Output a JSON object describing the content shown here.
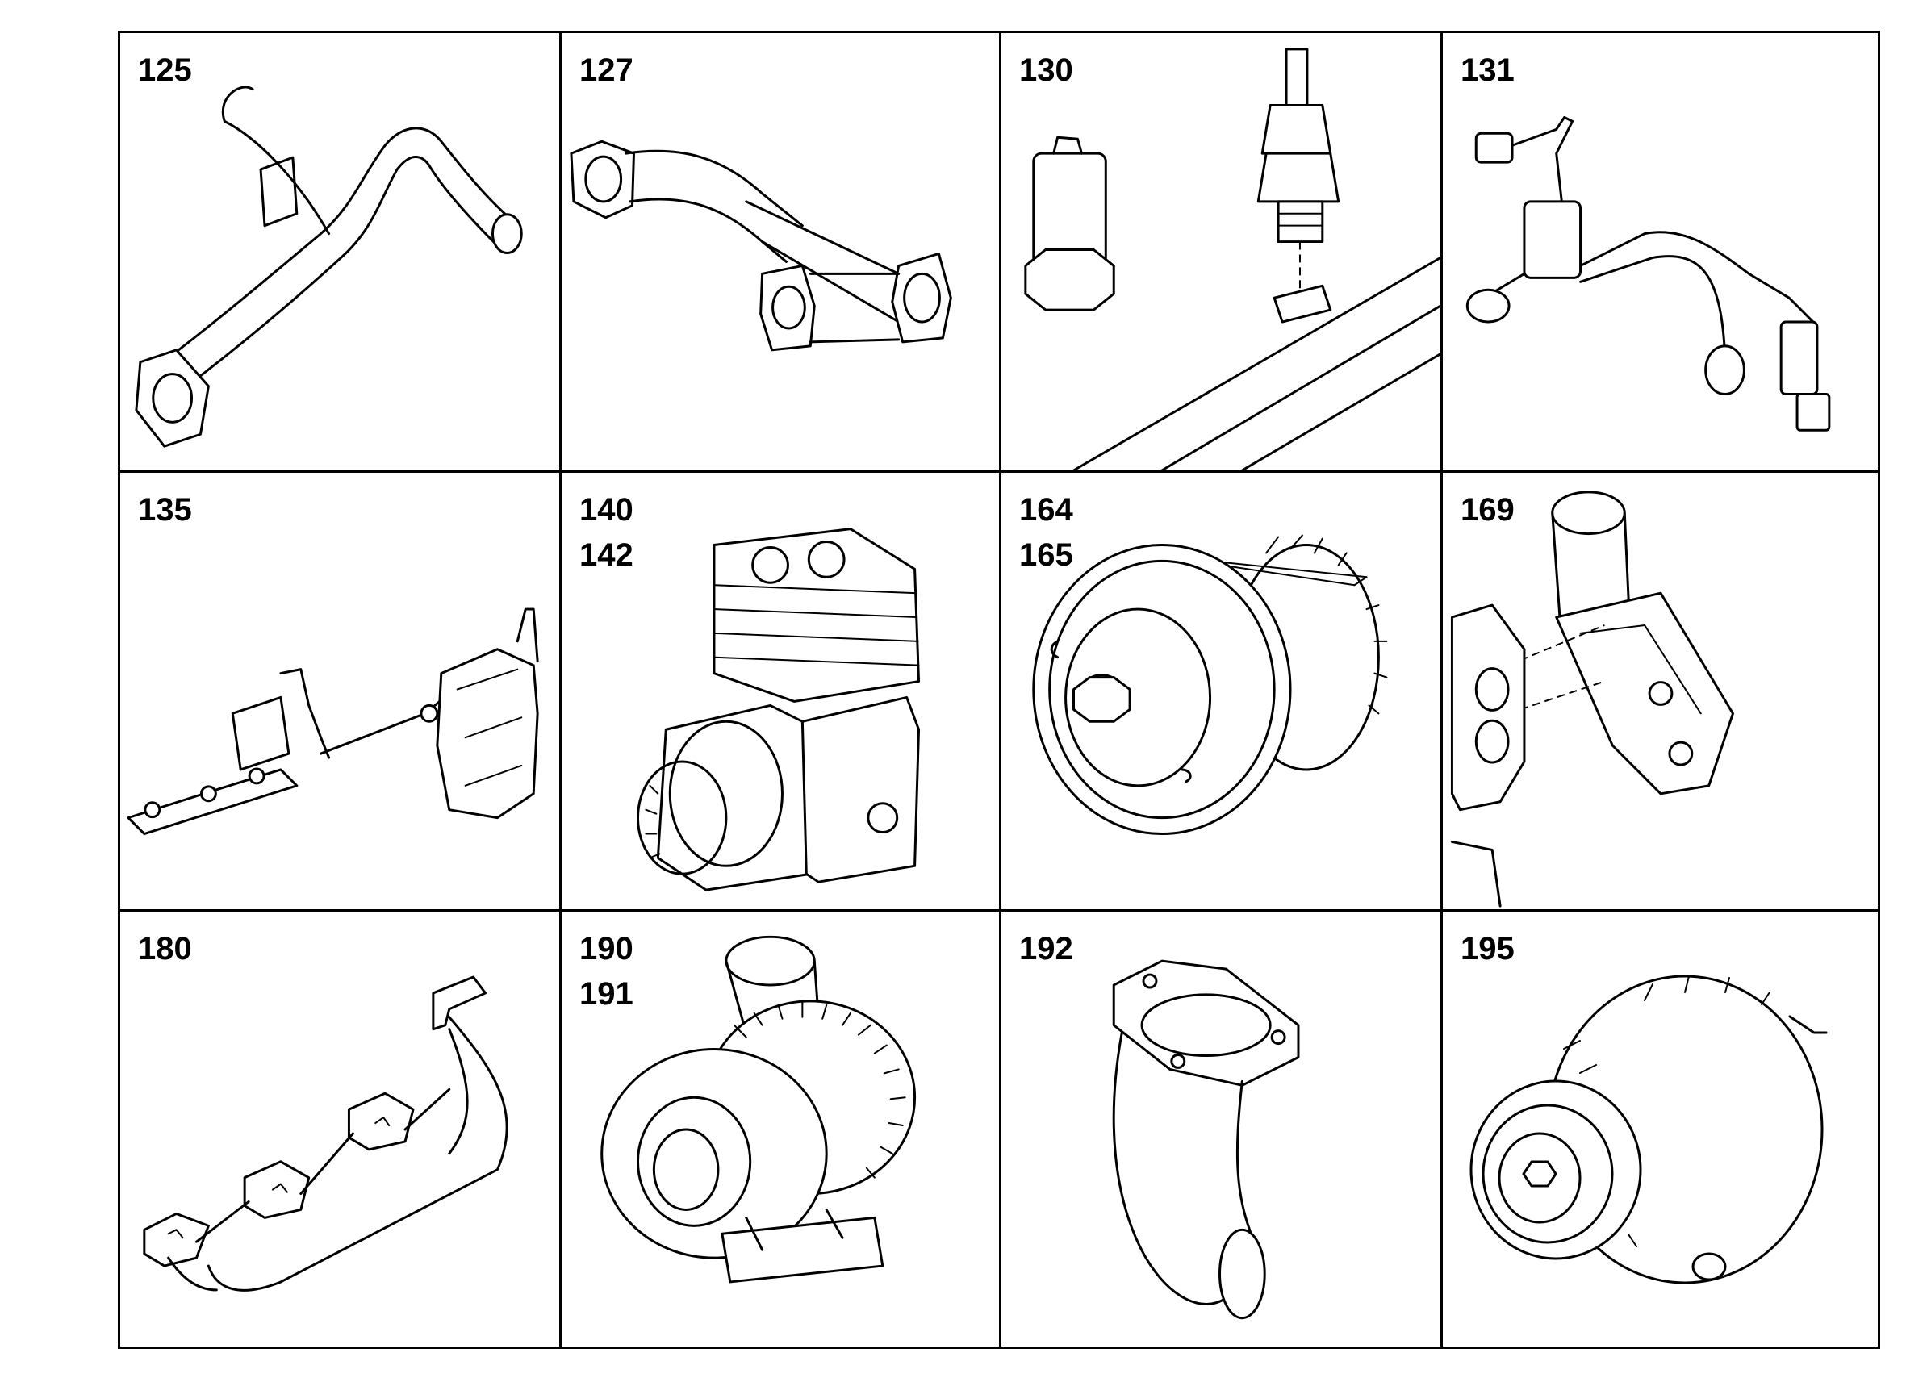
{
  "cells": [
    {
      "labels": [
        "125"
      ],
      "icon": "exhaust-pipe-icon"
    },
    {
      "labels": [
        "127"
      ],
      "icon": "exhaust-pipe-flanged-icon"
    },
    {
      "labels": [
        "130"
      ],
      "icon": "injection-nozzle-icon"
    },
    {
      "labels": [
        "131"
      ],
      "icon": "fuel-lines-icon"
    },
    {
      "labels": [
        "135"
      ],
      "icon": "governor-linkage-icon"
    },
    {
      "labels": [
        "140",
        "142"
      ],
      "icon": "air-compressor-icon"
    },
    {
      "labels": [
        "164",
        "165"
      ],
      "icon": "fan-clutch-icon"
    },
    {
      "labels": [
        "169"
      ],
      "icon": "thermostat-housing-icon"
    },
    {
      "labels": [
        "180"
      ],
      "icon": "exhaust-manifold-icon"
    },
    {
      "labels": [
        "190",
        "191"
      ],
      "icon": "turbocharger-icon"
    },
    {
      "labels": [
        "192"
      ],
      "icon": "exhaust-elbow-icon"
    },
    {
      "labels": [
        "195"
      ],
      "icon": "alternator-icon"
    }
  ]
}
